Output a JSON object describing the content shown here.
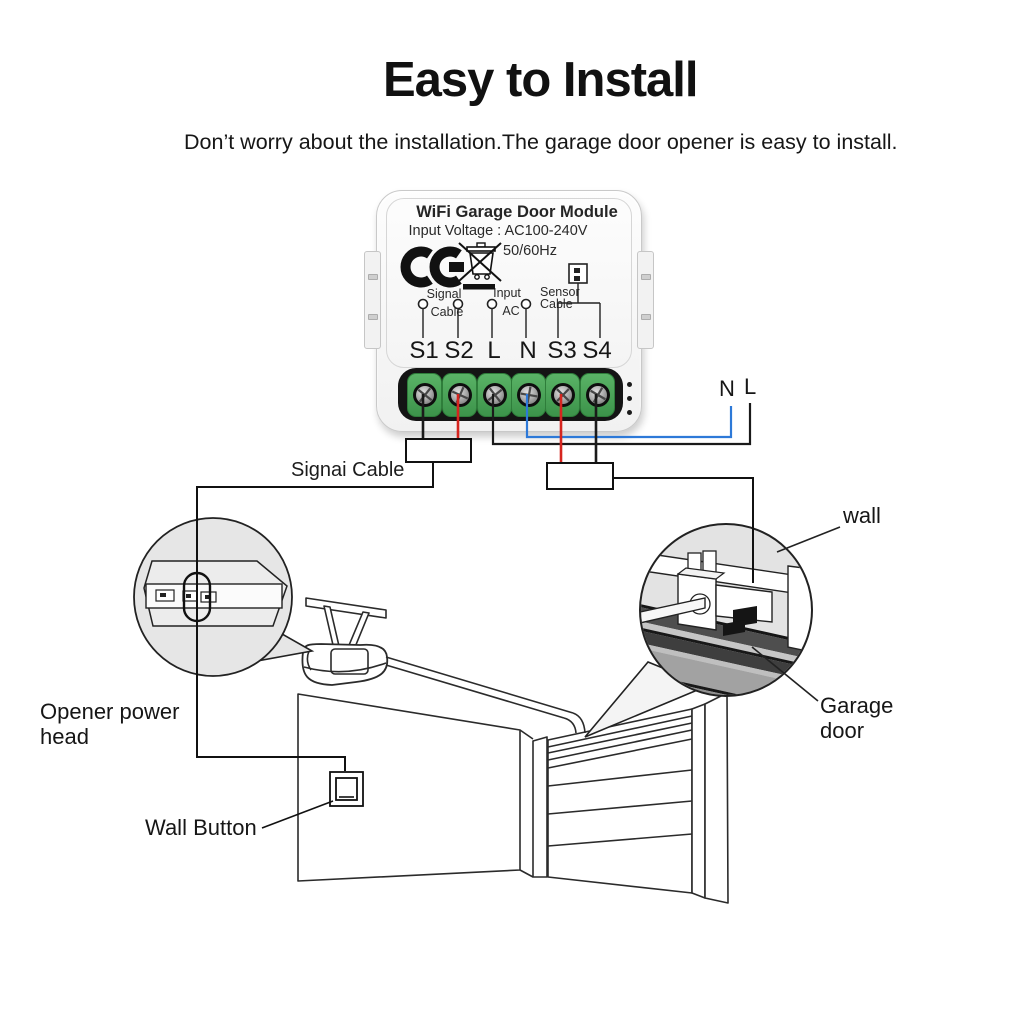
{
  "header": {
    "title": "Easy to Install",
    "subtitle": "Don’t worry about the installation.The garage door opener is easy to install."
  },
  "module": {
    "name": "WiFi Garage Door Module",
    "input_voltage": "Input Voltage : AC100-240V",
    "frequency": "50/60Hz",
    "certification_mark": "CE",
    "weee_icon": "crossed-out-wheelie-bin",
    "port_labels": {
      "signal": [
        "Signal",
        "Cable"
      ],
      "input": [
        "Input",
        "AC"
      ],
      "sensor": [
        "Sensor",
        "Cable"
      ]
    },
    "terminals": [
      "S1",
      "S2",
      "L",
      "N",
      "S3",
      "S4"
    ]
  },
  "wiring": {
    "neutral_label": "N",
    "live_label": "L",
    "signal_cable_label": "Signai Cable"
  },
  "annotations": {
    "opener_power_head": "Opener power head",
    "wall_button": "Wall Button",
    "wall": "wall",
    "garage_door": "Garage door"
  },
  "colors": {
    "wire_black": "#1a1a1a",
    "wire_red": "#d6251f",
    "wire_blue": "#2d79d8",
    "terminal_green": "#46a14f",
    "callout_gray": "#e5e5e5"
  }
}
